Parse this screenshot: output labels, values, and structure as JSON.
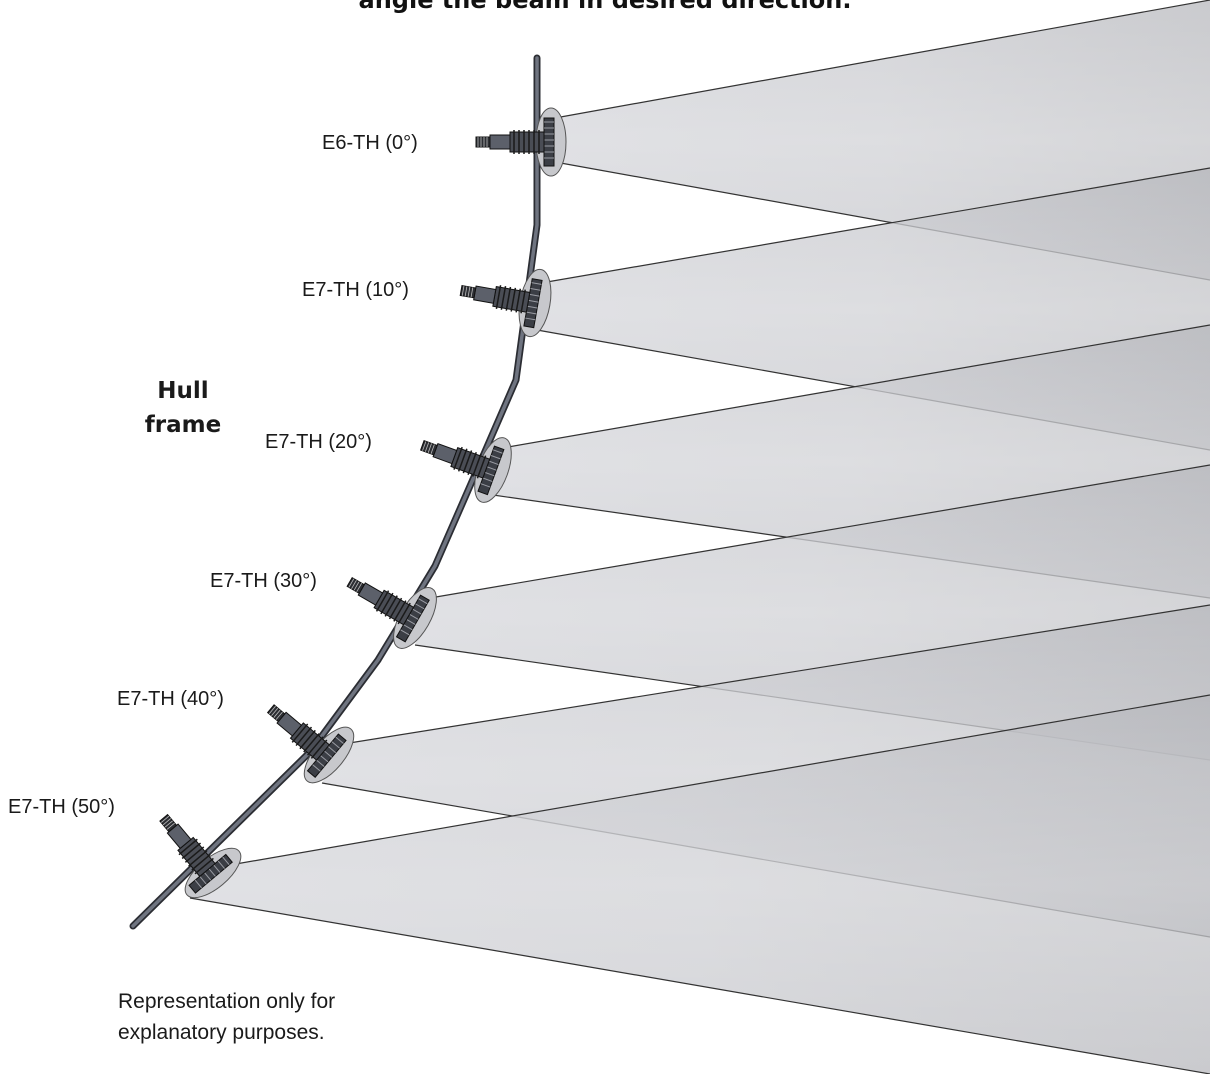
{
  "diagram": {
    "top_caption": "angle the beam in desired direction.",
    "hull_label_line1": "Hull",
    "hull_label_line2": "frame",
    "footnote_line1": "Representation only for",
    "footnote_line2": "explanatory purposes.",
    "colors": {
      "beam_light": "#e4e5e9",
      "beam_dark": "#b8b9be",
      "hull_fill": "#6f7480",
      "hull_stroke": "#2b2d33",
      "edge_line": "#333333"
    },
    "transducers": [
      {
        "label": "E6-TH (0°)",
        "model": "E6-TH",
        "tilt_deg": 0
      },
      {
        "label": "E7-TH (10°)",
        "model": "E7-TH",
        "tilt_deg": 10
      },
      {
        "label": "E7-TH (20°)",
        "model": "E7-TH",
        "tilt_deg": 20
      },
      {
        "label": "E7-TH (30°)",
        "model": "E7-TH",
        "tilt_deg": 30
      },
      {
        "label": "E7-TH (40°)",
        "model": "E7-TH",
        "tilt_deg": 40
      },
      {
        "label": "E7-TH (50°)",
        "model": "E7-TH",
        "tilt_deg": 50
      }
    ]
  }
}
